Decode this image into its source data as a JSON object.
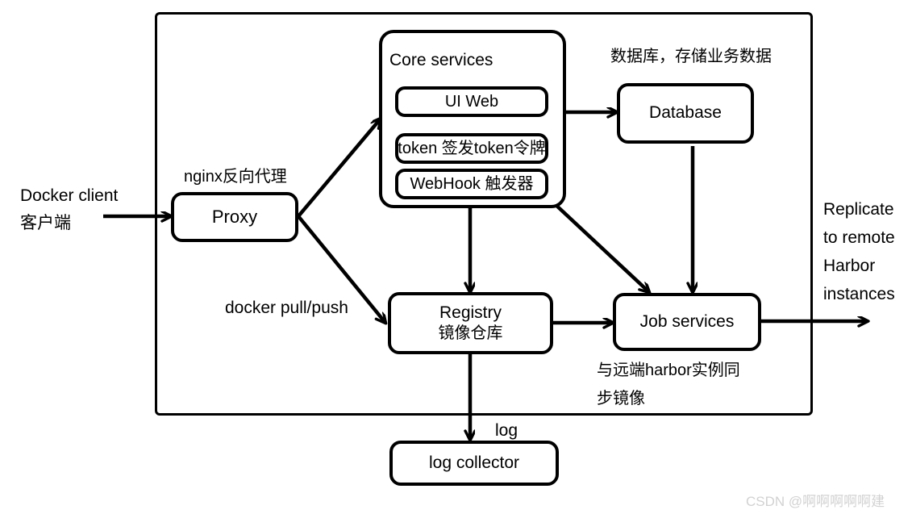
{
  "diagram": {
    "title": "Harbor architecture diagram",
    "outer_container": {
      "name": "harbor-host-boundary"
    },
    "nodes": [
      {
        "id": "proxy",
        "label": "Proxy",
        "sublabel": ""
      },
      {
        "id": "core-services",
        "label": "Core services"
      },
      {
        "id": "ui-web",
        "label": "UI      Web"
      },
      {
        "id": "token",
        "label": "token 签发token令牌"
      },
      {
        "id": "webhook",
        "label": "WebHook 触发器"
      },
      {
        "id": "database",
        "label": "Database"
      },
      {
        "id": "registry",
        "label": "Registry",
        "sublabel": "镜像仓库"
      },
      {
        "id": "job-services",
        "label": "Job services"
      },
      {
        "id": "log-collector",
        "label": "log collector"
      }
    ],
    "annotations": {
      "docker_client_line1": "Docker client",
      "docker_client_line2": "客户端",
      "nginx_proxy": "nginx反向代理",
      "database_note": "数据库，存储业务数据",
      "docker_pull_push": "docker pull/push",
      "replicate_line1": "Replicate",
      "replicate_line2": "to remote",
      "replicate_line3": "Harbor",
      "replicate_line4": "instances",
      "job_note_line1": "与远端harbor实例同",
      "job_note_line2": "步镜像",
      "log_label": "log"
    },
    "watermark": "CSDN @啊啊啊啊啊建",
    "colors": {
      "stroke": "#000000",
      "background": "#ffffff",
      "watermark": "#d2d2d2"
    }
  }
}
